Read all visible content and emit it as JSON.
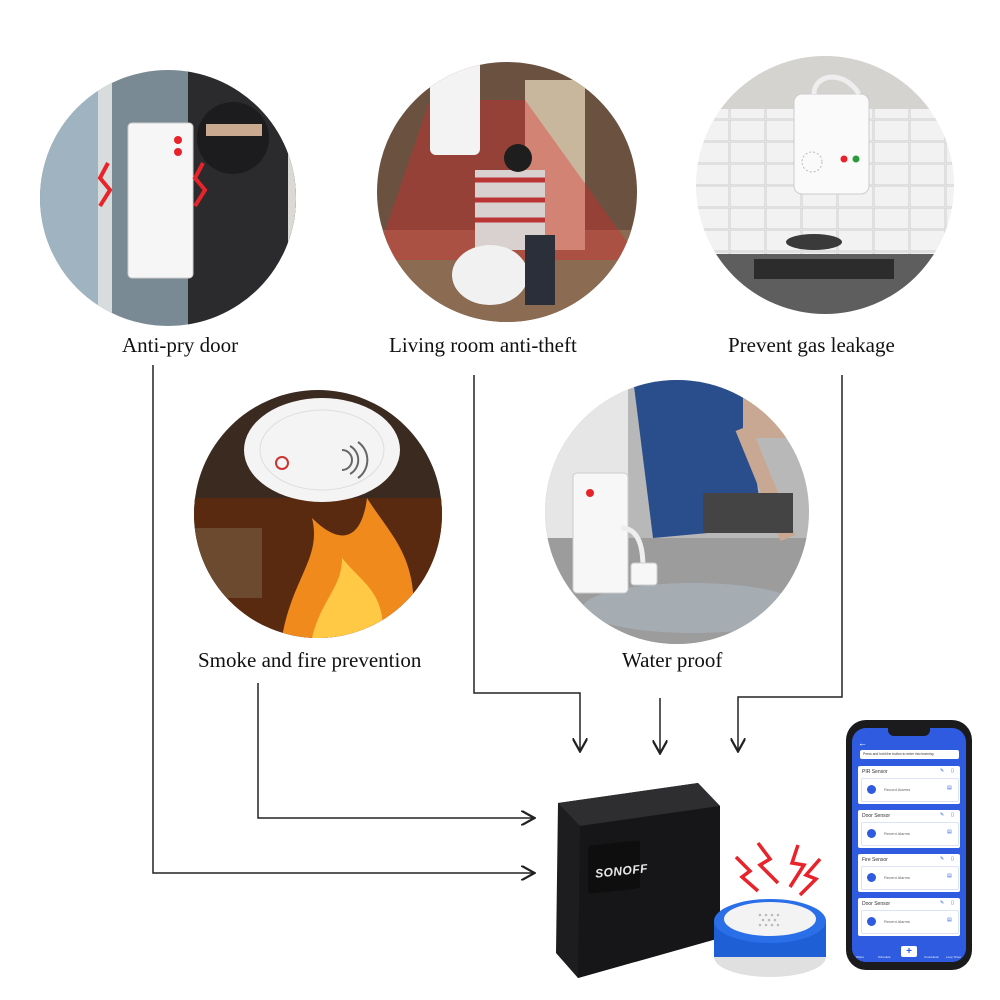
{
  "scenes": {
    "door": {
      "label": "Anti-pry door"
    },
    "living": {
      "label": "Living room anti-theft"
    },
    "gas": {
      "label": "Prevent gas leakage"
    },
    "smoke": {
      "label": "Smoke and fire prevention"
    },
    "water": {
      "label": "Water proof"
    }
  },
  "hub": {
    "brand": "SONOFF"
  },
  "phone": {
    "banner": "Press and hold the button to enter into learning",
    "cards": [
      {
        "title": "PIR Sensor",
        "sub": "Record Alarms"
      },
      {
        "title": "Door Sensor",
        "sub": "Recent Alarms"
      },
      {
        "title": "Fire Sensor",
        "sub": "Recent Alarms"
      },
      {
        "title": "Door Sensor",
        "sub": "Recent Alarms"
      }
    ],
    "nav": [
      "Share",
      "Schedule",
      "",
      "Countdown",
      "Loop Timer"
    ]
  },
  "colors": {
    "line": "#222222",
    "alarm_red": "#e8232a",
    "siren_blue": "#1f5fd6",
    "app_blue": "#2f5be0"
  }
}
